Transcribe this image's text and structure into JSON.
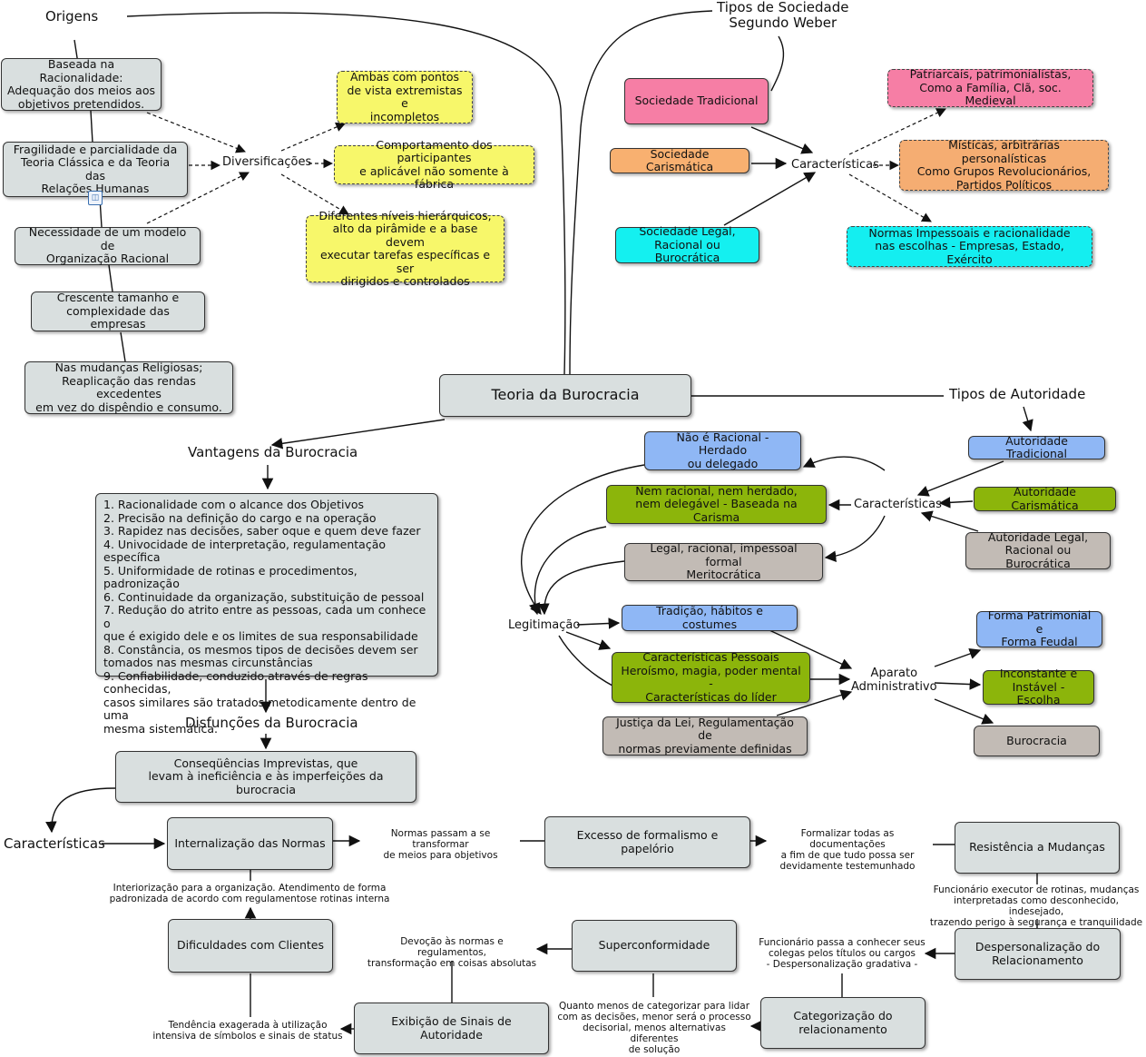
{
  "origens": {
    "title": "Origens",
    "items": [
      "Baseada na Racionalidade:\nAdequação dos meios aos\nobjetivos pretendidos.",
      "Fragilidade e parcialidade da\nTeoria Clássica e da Teoria das\nRelações Humanas",
      "Necessidade de um modelo  de\nOrganização Racional",
      "Crescente tamanho e\ncomplexidade das empresas",
      "Nas mudanças Religiosas;\nReaplicação das rendas excedentes\nem vez do dispêndio e consumo."
    ],
    "diversificacoes": "Diversificações",
    "yellow": [
      "Ambas com pontos\nde vista extremistas e\nincompletos",
      "Comportamento dos participantes\ne aplicável não somente à fábrica",
      "Diferentes níveis hierárquicos,\nalto da pirâmide e a base devem\nexecutar tarefas específicas e ser\ndirigidos e controlados"
    ],
    "badge_icon": "hierarchy-icon"
  },
  "center": {
    "title": "Teoria da Burocracia"
  },
  "weber": {
    "title": "Tipos de Sociedade\nSegundo Weber",
    "societies": [
      "Sociedade Tradicional",
      "Sociedade Carismática",
      "Sociedade Legal,\nRacional ou Burocrática"
    ],
    "caracteristicas": "Características",
    "traits": [
      "Patriarcais, patrimonialistas,\nComo a Família, Clã, soc. Medieval",
      "Místicas, arbitrárias personalísticas\nComo Grupos Revolucionários,\nPartidos Políticos",
      "Normas Impessoais e racionalidade\nnas escolhas - Empresas, Estado, Exército"
    ]
  },
  "vantagens": {
    "title": "Vantagens da Burocracia",
    "list": "1. Racionalidade com o alcance dos Objetivos\n2. Precisão na definição do cargo e na operação\n3. Rapidez nas decisões, saber oque e quem deve fazer\n4. Univocidade de interpretação, regulamentação específica\n5. Uniformidade de rotinas e procedimentos, padronização\n6. Continuidade da organização, substituição de pessoal\n7. Redução do atrito entre as pessoas, cada um conhece o\nque é exigido dele e os limites de sua responsabilidade\n8. Constância, os mesmos tipos de decisões devem ser\ntomados nas mesmas circunstâncias\n9. Confiabilidade, conduzido através de regras conhecidas,\ncasos similares são tratados metodicamente dentro de uma\nmesma sistemática."
  },
  "disfuncoes": {
    "title": "Disfunções da Burocracia",
    "box": "Conseqüências Imprevistas, que\nlevam à ineficiência e às imperfeições da burocracia",
    "caracteristicas": "Características",
    "nodes": [
      "Internalização das Normas",
      "Excesso de formalismo e papelório",
      "Resistência a Mudanças",
      "Despersonalização do\nRelacionamento",
      "Categorização do\nrelacionamento",
      "Superconformidade",
      "Exibição de Sinais de Autoridade",
      "Dificuldades com Clientes"
    ],
    "notes": [
      "Normas passam a se transformar\nde meios para objetivos",
      "Formalizar todas as documentações\na fim de que tudo possa ser\ndevidamente testemunhado",
      "Funcionário executor de rotinas, mudanças\ninterpretadas como desconhecido, indesejado,\ntrazendo perigo à segurança e tranquilidade",
      "Funcionário passa a conhecer seus\ncolegas pelos títulos ou cargos\n- Despersonalização gradativa -",
      "Quanto menos de categorizar para lidar\ncom as decisões, menor será o processo\ndecisorial, menos alternativas diferentes\nde solução",
      "Devoção às normas e regulamentos,\ntransformação em coisas absolutas",
      "Tendência exagerada à utilização\nintensiva de símbolos e sinais de status",
      "Interiorização para a organização. Atendimento de forma\npadronizada de acordo com regulamentosе rotinas interna"
    ]
  },
  "autoridade": {
    "title": "Tipos de Autoridade",
    "types": [
      "Autoridade Tradicional",
      "Autoridade Carismática",
      "Autoridade Legal,\nRacional ou Burocrática"
    ],
    "caracteristicas": "Características",
    "traits": [
      "Não é Racional - Herdado\nou delegado",
      "Nem racional, nem herdado,\nnem delegável - Baseada na Carisma",
      "Legal, racional, impessoal formal\nMeritocrática"
    ],
    "legitimacao": "Legitimação",
    "legit_items": [
      "Tradição, hábitos e costumes",
      "Características Pessoais\nHeroísmo, magia, poder mental -\nCaracterísticas do líder",
      "Justiça da Lei, Regulamentação de\nnormas previamente definidas"
    ],
    "aparato": "Aparato\nAdministrativo",
    "aparato_items": [
      "Forma Patrimonial e\nForma Feudal",
      "Inconstante e\nInstável - Escolha",
      "Burocracia"
    ]
  }
}
